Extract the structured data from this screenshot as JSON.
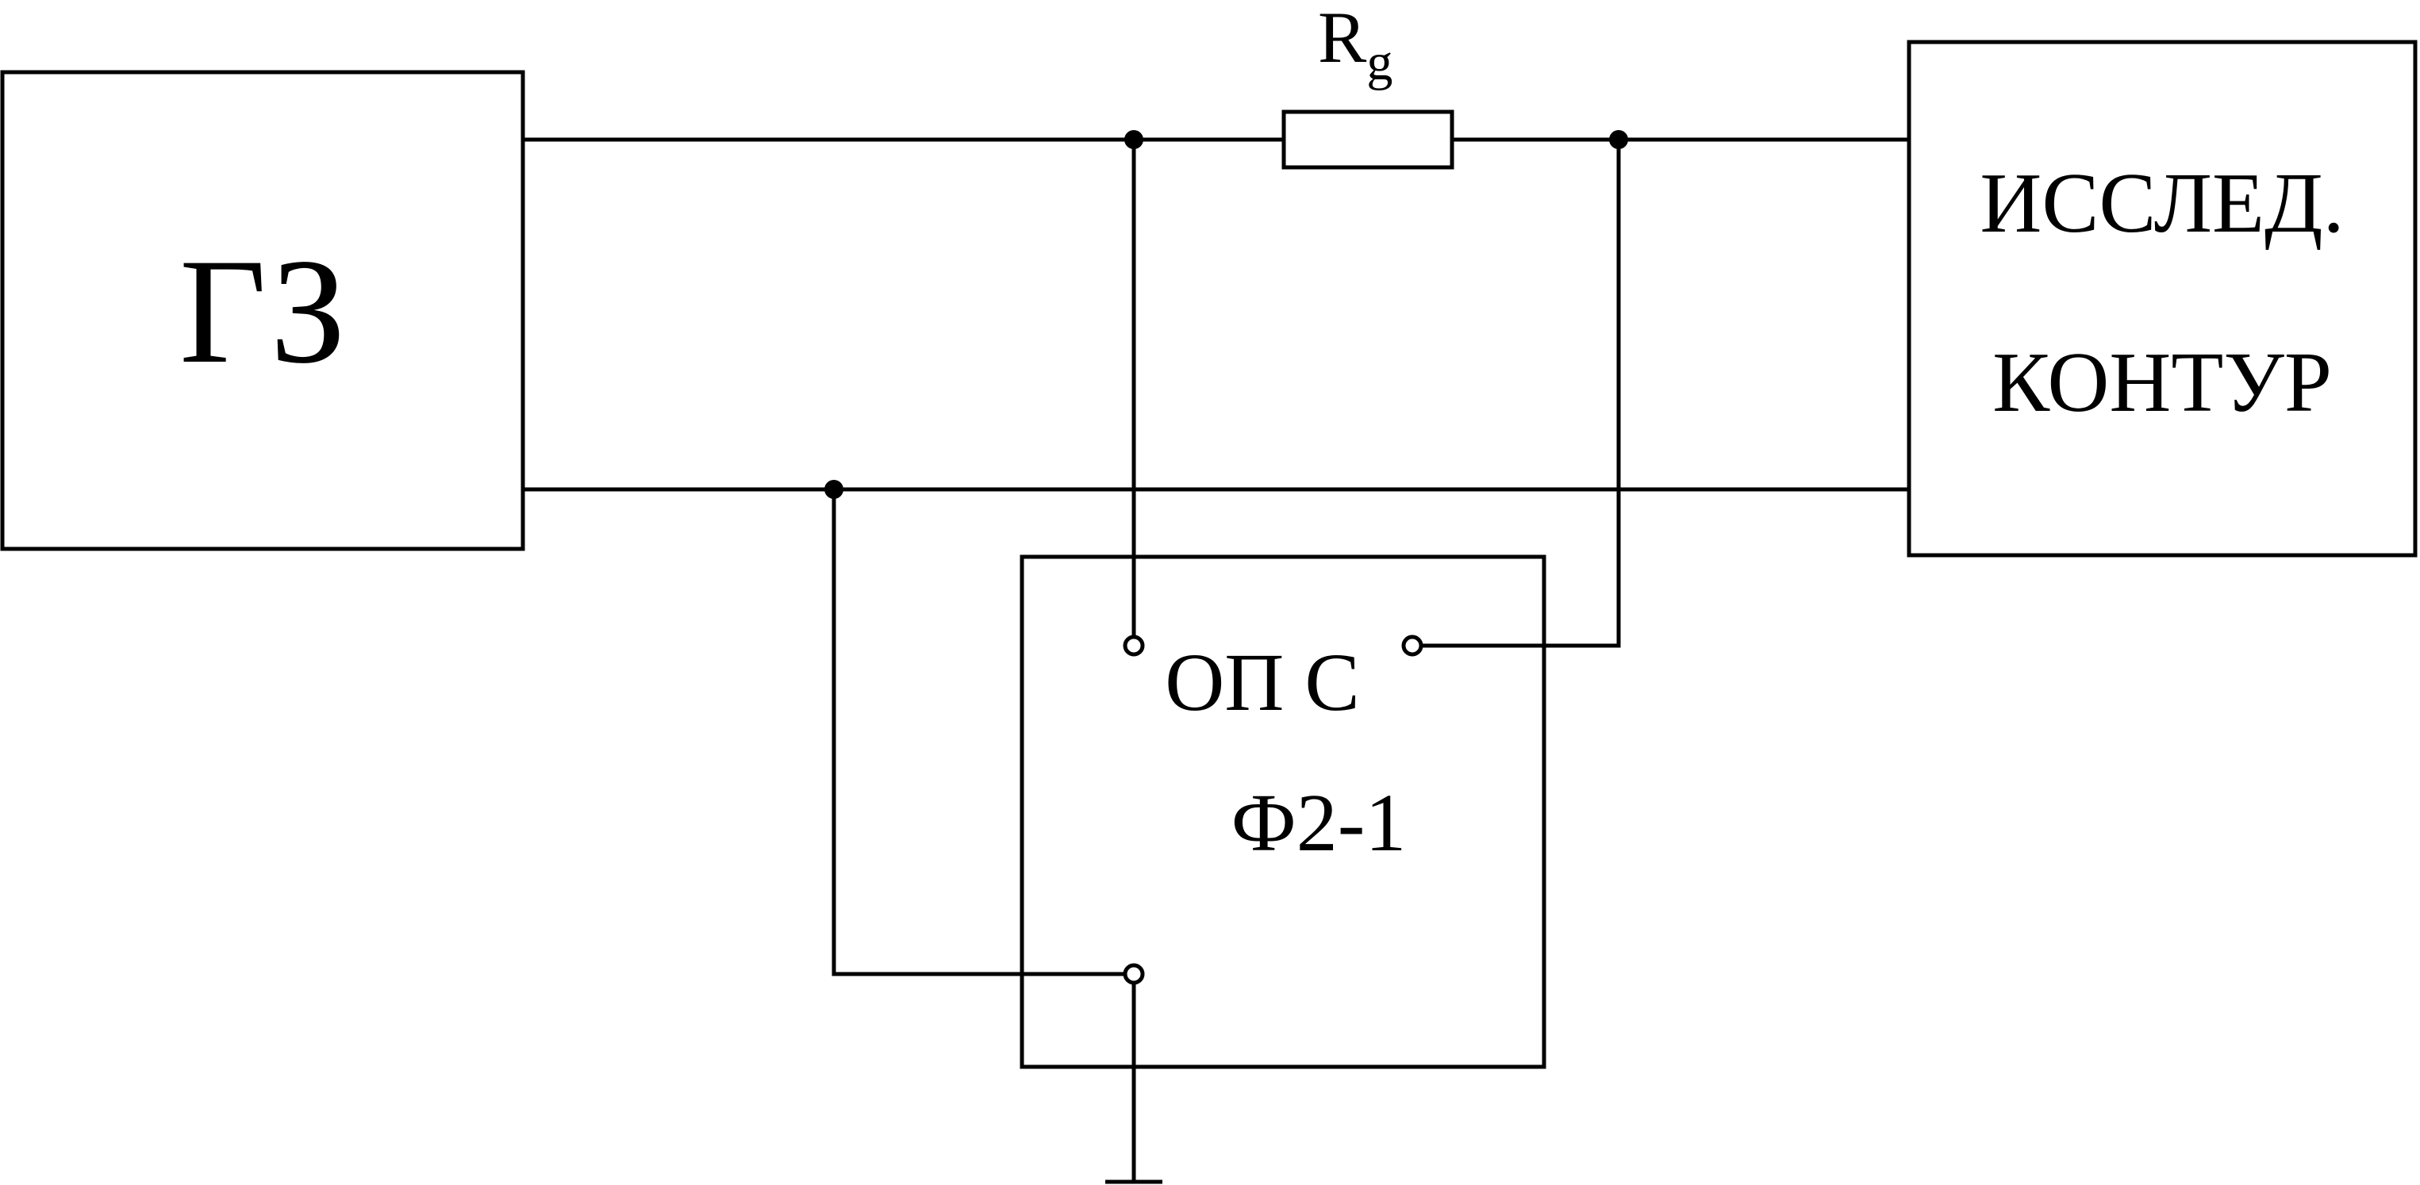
{
  "blocks": {
    "generator": {
      "label": "ГЗ"
    },
    "circuit_under_test": {
      "line1": "ИССЛЕД.",
      "line2": "КОНТУР"
    },
    "meter": {
      "line1": "ОП С",
      "line2": "Ф2-1"
    }
  },
  "resistor": {
    "symbol": "R",
    "subscript": "g"
  },
  "colors": {
    "line": "#000000",
    "background": "#ffffff"
  }
}
